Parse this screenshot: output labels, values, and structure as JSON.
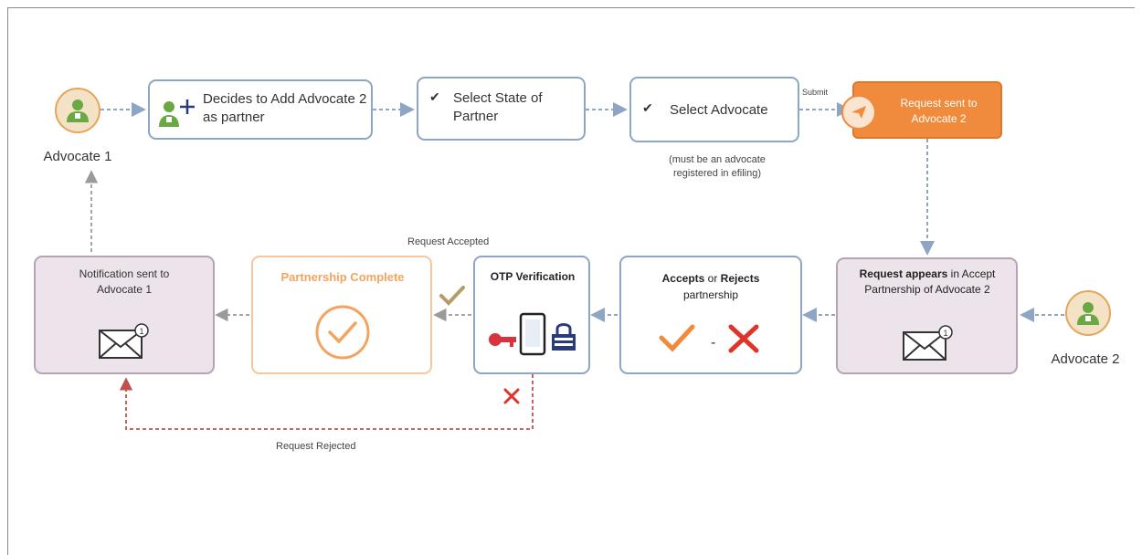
{
  "actors": {
    "advocate1": "Advocate 1",
    "advocate2": "Advocate 2"
  },
  "top_row": {
    "decide": "Decides to Add Advocate 2 as partner",
    "state": "Select State of Partner",
    "advocate": "Select Advocate",
    "advocate_note": "(must be an advocate registered in efiling)",
    "submit_label": "Submit",
    "request_sent": "Request sent to Advocate 2"
  },
  "bottom_row": {
    "request_appears_bold": "Request appears",
    "request_appears_rest": "in Accept Partnership of Advocate 2",
    "accepts_bold": "Accepts",
    "or": "or",
    "rejects_bold": "Rejects",
    "partnership": "partnership",
    "otp": "OTP Verification",
    "partnership_complete": "Partnership Complete",
    "notification": "Notification sent to Advocate 1"
  },
  "edge_labels": {
    "accepted": "Request Accepted",
    "rejected": "Request Rejected"
  },
  "colors": {
    "box_border": "#8ea6c4",
    "orange": "#f08a3c",
    "pink_fill": "#ede3ea",
    "pink_border": "#b7a3b3",
    "green": "#6aa843",
    "red": "#e0342b",
    "complete_border": "#f5c89a",
    "complete_text": "#f3a45f"
  }
}
